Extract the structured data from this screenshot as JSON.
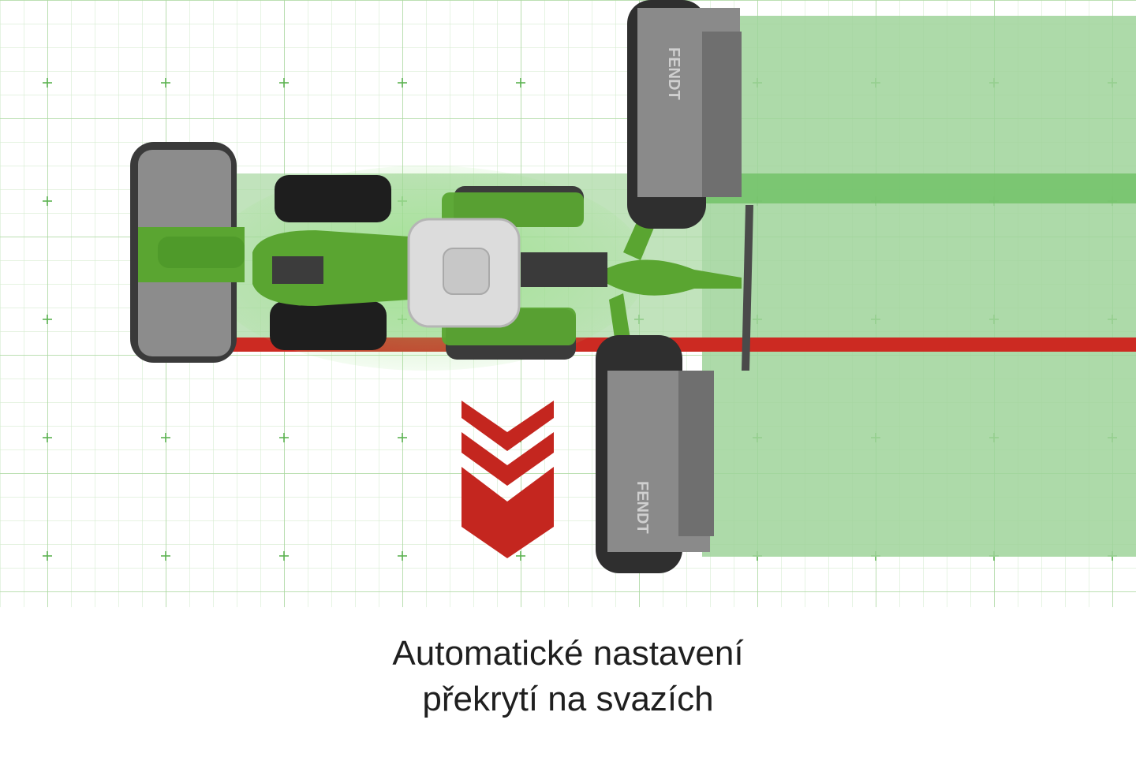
{
  "caption": {
    "line1": "Automatické nastavení",
    "line2": "překrytí na svazích"
  },
  "mower_brand": {
    "upper": "FENDT",
    "lower": "FENDT"
  },
  "colors": {
    "grid_line": "#cfe7c9",
    "grid_major": "#a7d59c",
    "coverage_green": "#9fd39a",
    "overlap_green": "#6cbf63",
    "red_line": "#cc2a22",
    "chevron_red": "#c4261f",
    "machine_green": "#5aa531",
    "cab_grey": "#dcdcdc",
    "mower_grey": "#8a8a8a",
    "dark": "#2b2b2b"
  },
  "icons": {
    "direction": "chevron-down-icon",
    "tractor": "tractor-icon"
  }
}
